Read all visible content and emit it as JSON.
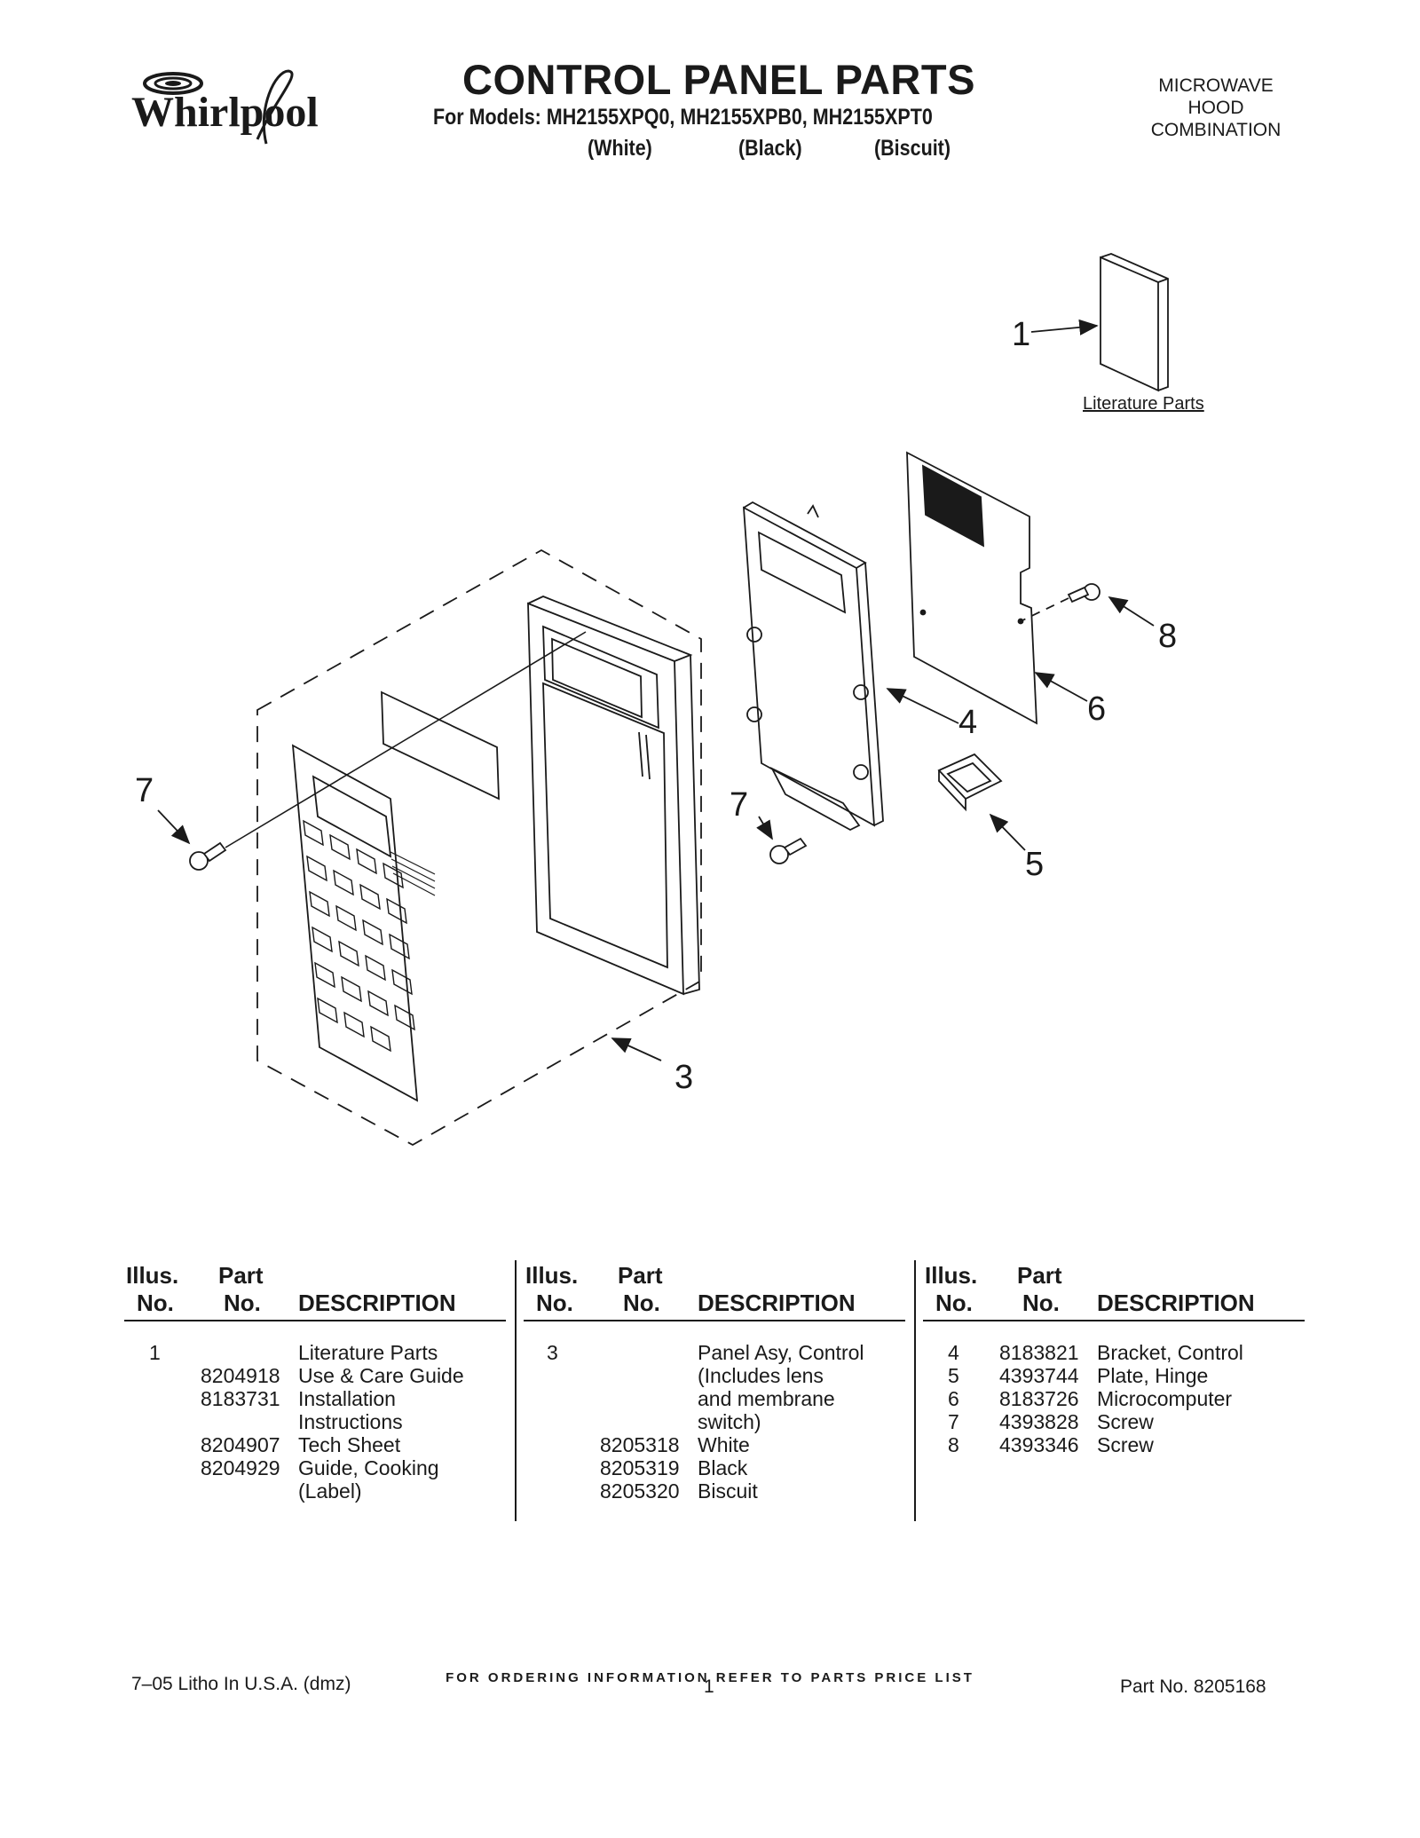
{
  "header": {
    "brand": "Whirlpool",
    "title": "CONTROL PANEL PARTS",
    "models_line": "For Models: MH2155XPQ0, MH2155XPB0, MH2155XPT0",
    "colors": [
      "(White)",
      "(Black)",
      "(Biscuit)"
    ],
    "product_type": [
      "MICROWAVE",
      "HOOD",
      "COMBINATION"
    ]
  },
  "diagram": {
    "callouts": [
      "1",
      "3",
      "4",
      "5",
      "6",
      "7",
      "7",
      "8"
    ],
    "literature_label": "Literature Parts"
  },
  "table": {
    "headers": {
      "illus_1": "Illus.",
      "illus_2": "No.",
      "part_1": "Part",
      "part_2": "No.",
      "desc": "DESCRIPTION"
    },
    "columns": [
      [
        {
          "illus": "1",
          "part": "",
          "desc": "Literature Parts"
        },
        {
          "illus": "",
          "part": "8204918",
          "desc": "Use & Care Guide"
        },
        {
          "illus": "",
          "part": "8183731",
          "desc": "Installation"
        },
        {
          "illus": "",
          "part": "",
          "desc": "Instructions"
        },
        {
          "illus": "",
          "part": "8204907",
          "desc": "Tech Sheet"
        },
        {
          "illus": "",
          "part": "8204929",
          "desc": "Guide, Cooking"
        },
        {
          "illus": "",
          "part": "",
          "desc": "(Label)"
        }
      ],
      [
        {
          "illus": "3",
          "part": "",
          "desc": "Panel Asy, Control"
        },
        {
          "illus": "",
          "part": "",
          "desc": "(Includes lens"
        },
        {
          "illus": "",
          "part": "",
          "desc": "and membrane"
        },
        {
          "illus": "",
          "part": "",
          "desc": "switch)"
        },
        {
          "illus": "",
          "part": "8205318",
          "desc": "White"
        },
        {
          "illus": "",
          "part": "8205319",
          "desc": "Black"
        },
        {
          "illus": "",
          "part": "8205320",
          "desc": "Biscuit"
        }
      ],
      [
        {
          "illus": "4",
          "part": "8183821",
          "desc": "Bracket, Control"
        },
        {
          "illus": "5",
          "part": "4393744",
          "desc": "Plate, Hinge"
        },
        {
          "illus": "6",
          "part": "8183726",
          "desc": "Microcomputer"
        },
        {
          "illus": "7",
          "part": "4393828",
          "desc": "Screw"
        },
        {
          "illus": "8",
          "part": "4393346",
          "desc": "Screw"
        }
      ]
    ]
  },
  "footer": {
    "ordering_note": "FOR ORDERING INFORMATION REFER TO PARTS PRICE LIST",
    "litho": "7–05 Litho In U.S.A. (dmz)",
    "page": "1",
    "part_no": "Part No. 8205168"
  }
}
